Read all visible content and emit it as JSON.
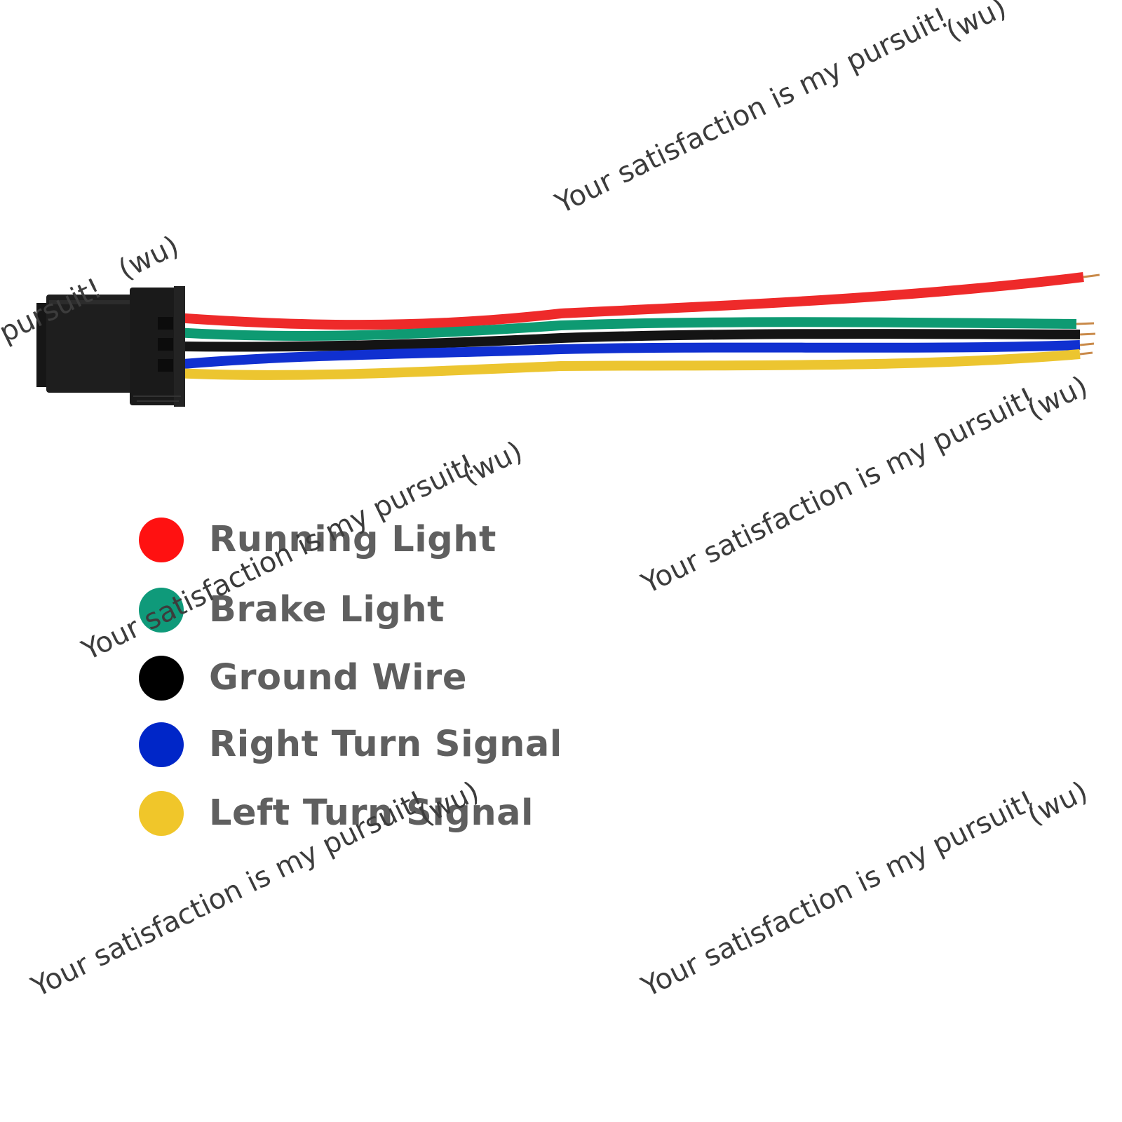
{
  "legend": {
    "items": [
      {
        "label": "Running Light",
        "color": "#ff1111"
      },
      {
        "label": "Brake Light",
        "color": "#0f9a7a"
      },
      {
        "label": "Ground Wire",
        "color": "#000000"
      },
      {
        "label": "Right Turn Signal",
        "color": "#0026c8"
      },
      {
        "label": "Left Turn Signal",
        "color": "#f0c62a"
      }
    ]
  },
  "watermark": {
    "text": "Your satisfaction is my pursuit!",
    "tag": "(wu)",
    "fragment": "pursuit!"
  },
  "wires": {
    "colors": [
      "#ee2a2a",
      "#0e9a72",
      "#141414",
      "#1030d0",
      "#ecc530"
    ]
  }
}
